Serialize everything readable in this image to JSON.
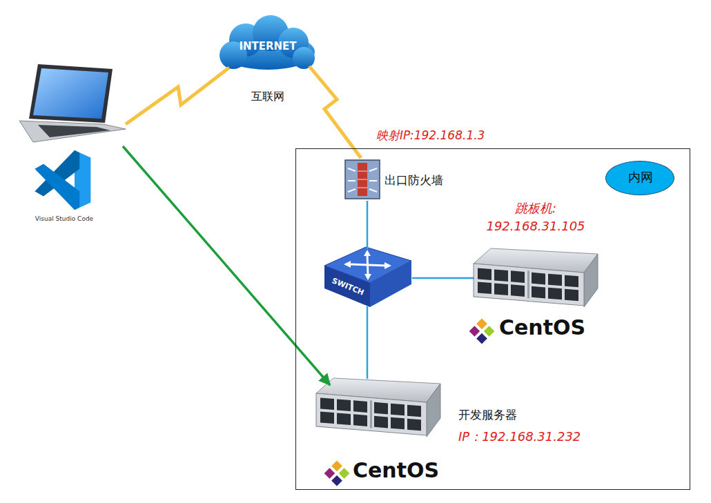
{
  "diagram": {
    "nodes": [
      {
        "text": [
          "Visual Studio Code"
        ]
      },
      {
        "text": [
          "INTERNET",
          "互联网"
        ]
      },
      {
        "text": []
      },
      {
        "text": [
          "内网"
        ],
        "in": 2
      },
      {
        "text": [
          "出口防火墙"
        ],
        "in": 2
      },
      {
        "text": [
          "SWITCH"
        ],
        "in": 2
      },
      {
        "text": [
          "跳板机:",
          "192.168.31.105",
          "CentOS"
        ],
        "in": 2
      },
      {
        "text": [
          "开发服务器",
          "IP：192.168.31.232",
          "CentOS"
        ],
        "in": 2
      }
    ],
    "edges": [
      {
        "from": 0,
        "to": 1,
        "arrow": "none"
      },
      {
        "from": 1,
        "to": 4,
        "arrow": "none"
      },
      {
        "from": 4,
        "to": 5,
        "arrow": "none"
      },
      {
        "from": 5,
        "to": 6,
        "arrow": "none"
      },
      {
        "from": 5,
        "to": 7,
        "arrow": "none"
      },
      {
        "from": 0,
        "to": 7,
        "arrow": "to"
      }
    ],
    "labels": [
      "映射IP:192.168.1.3"
    ]
  }
}
